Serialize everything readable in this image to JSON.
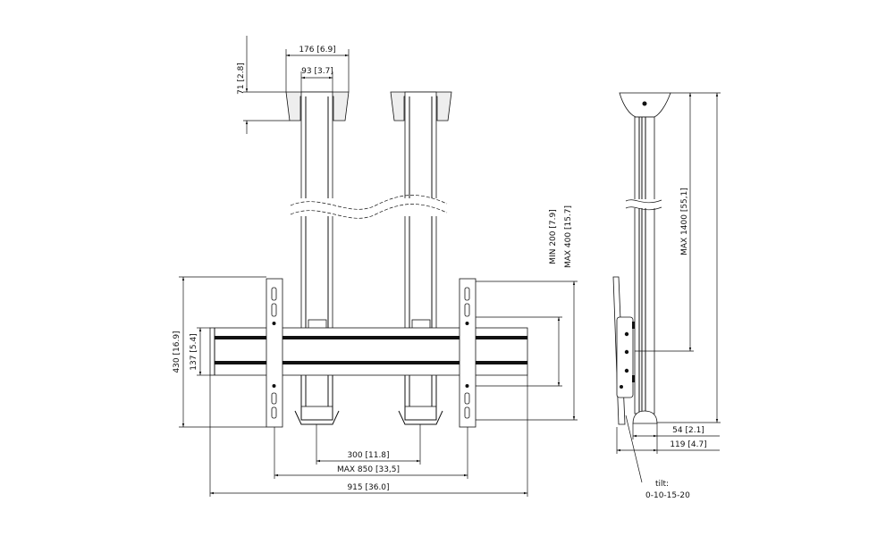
{
  "front_view": {
    "plate_width": "176 [6.9]",
    "pole_width": "93 [3.7]",
    "plate_height": "71 [2.8]",
    "bracket_height": "430 [16.9]",
    "rail_height": "137 [5.4]",
    "pole_spacing": "300 [11.8]",
    "bracket_spacing": "MAX 850 [33,5]",
    "rail_width": "915 [36.0]",
    "min_offset": "MIN 200 [7.9]",
    "max_offset": "MAX 400 [15.7]"
  },
  "side_view": {
    "max_drop": "MAX 1400 [55,1]",
    "depth_min": "54 [2.1]",
    "depth_max": "119 [4.7]",
    "tilt_label": "tilt:",
    "tilt_values": "0-10-15-20"
  }
}
